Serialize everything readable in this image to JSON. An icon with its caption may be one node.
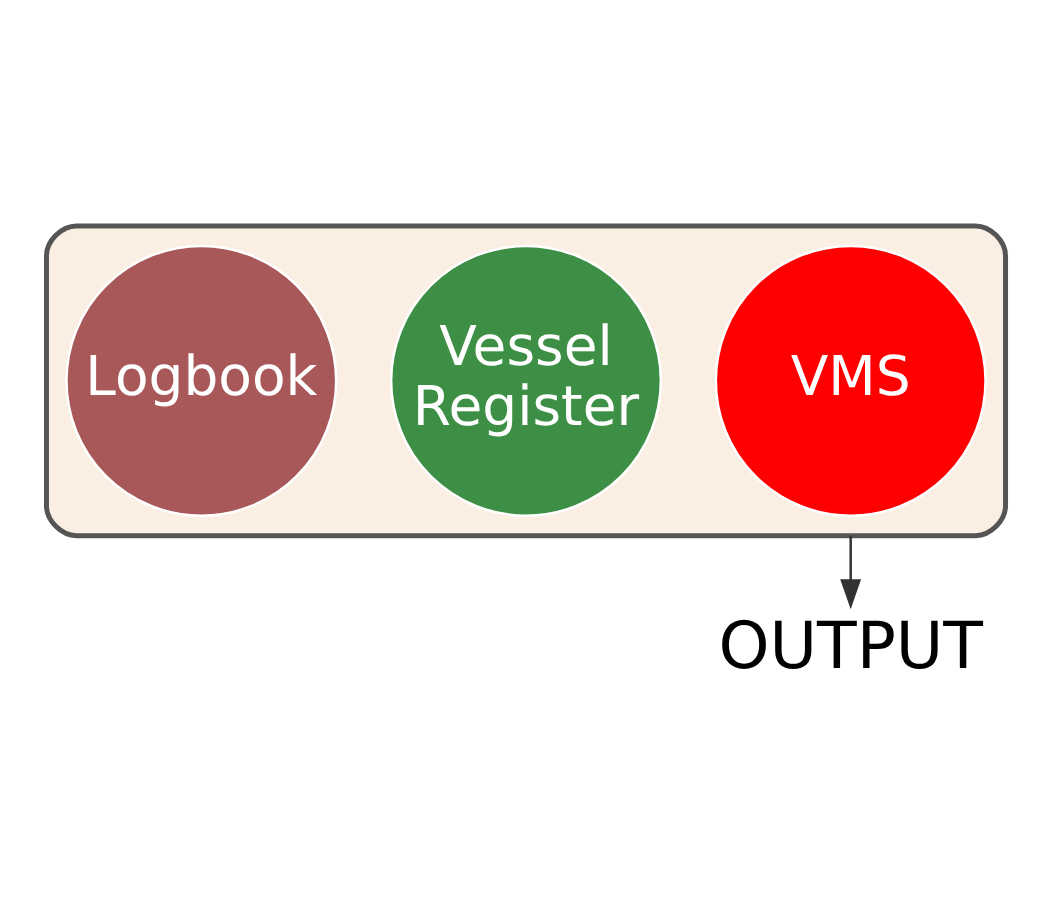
{
  "diagram": {
    "nodes": [
      {
        "text": [],
        "shape": "funnel"
      },
      {
        "text": [
          "VMS"
        ],
        "in": 0
      },
      {
        "text": [
          "Vessel Register"
        ],
        "in": 0
      },
      {
        "text": [
          "Logbook"
        ],
        "in": 0
      },
      {
        "text": [
          "OUTPUT"
        ]
      }
    ],
    "edges": [
      {
        "from": 0,
        "to": 4,
        "arrow": "to"
      }
    ]
  }
}
